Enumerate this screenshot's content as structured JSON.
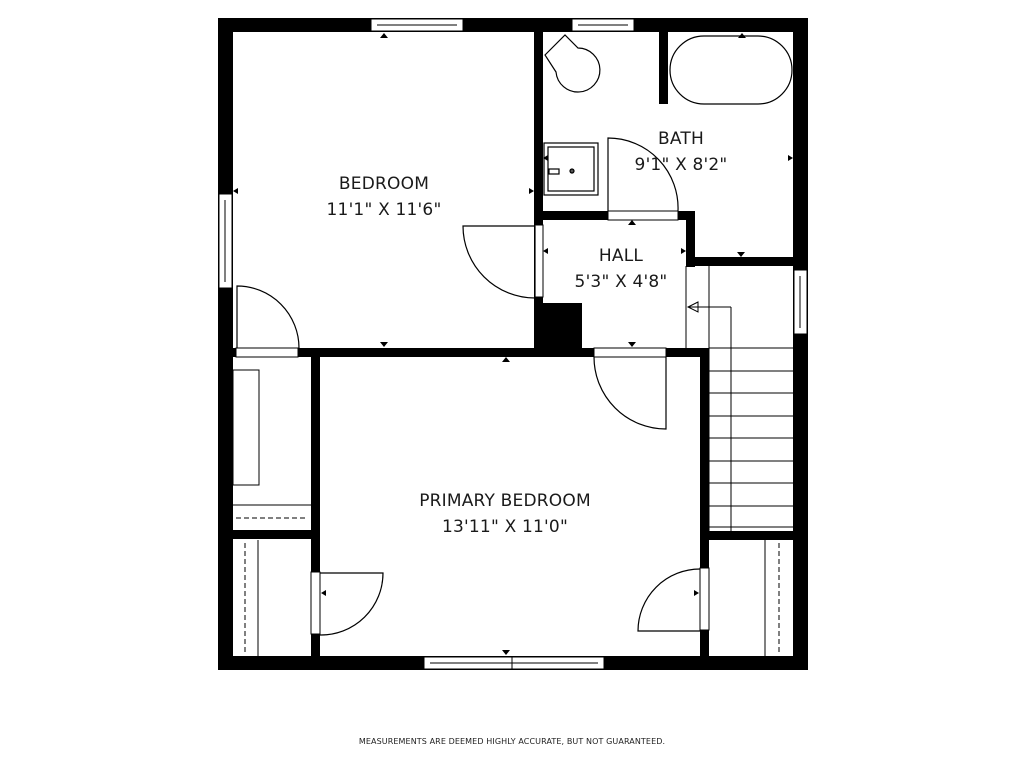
{
  "floorplan": {
    "rooms": [
      {
        "name": "BEDROOM",
        "dimensions": "11'1\" X 11'6\""
      },
      {
        "name": "BATH",
        "dimensions": "9'1\" X 8'2\""
      },
      {
        "name": "HALL",
        "dimensions": "5'3\" X 4'8\""
      },
      {
        "name": "PRIMARY BEDROOM",
        "dimensions": "13'11\" X 11'0\""
      }
    ],
    "disclaimer": "MEASUREMENTS ARE DEEMED HIGHLY ACCURATE, BUT NOT GUARANTEED.",
    "colors": {
      "wall": "#000000",
      "background": "#ffffff",
      "text": "#1a1a1a"
    }
  }
}
